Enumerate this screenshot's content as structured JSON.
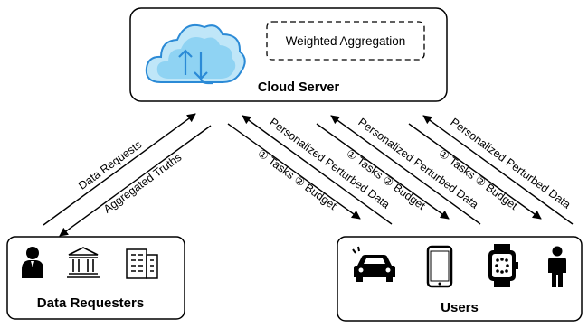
{
  "cloud_server": {
    "label": "Cloud Server",
    "aggregation_label": "Weighted Aggregation"
  },
  "requesters": {
    "label": "Data Requesters",
    "icons": [
      "person-icon",
      "bank-icon",
      "building-icon"
    ],
    "arrow_up_label": "Data Requests",
    "arrow_down_label": "Aggregated Truths"
  },
  "users": {
    "label": "Users",
    "icons": [
      "car-icon",
      "smartphone-icon",
      "smartwatch-icon",
      "person-icon"
    ]
  },
  "user_links": [
    {
      "upload_label": "Personalized Perturbed Data",
      "download_label": "① Tasks ② Budget"
    },
    {
      "upload_label": "Personalized Perturbed Data",
      "download_label": "① Tasks ② Budget"
    },
    {
      "upload_label": "Personalized Perturbed Data",
      "download_label": "① Tasks ② Budget"
    }
  ],
  "colors": {
    "cloud_fill": "#8fd3f3",
    "cloud_stroke": "#2b8ad6",
    "stroke": "#000000"
  }
}
